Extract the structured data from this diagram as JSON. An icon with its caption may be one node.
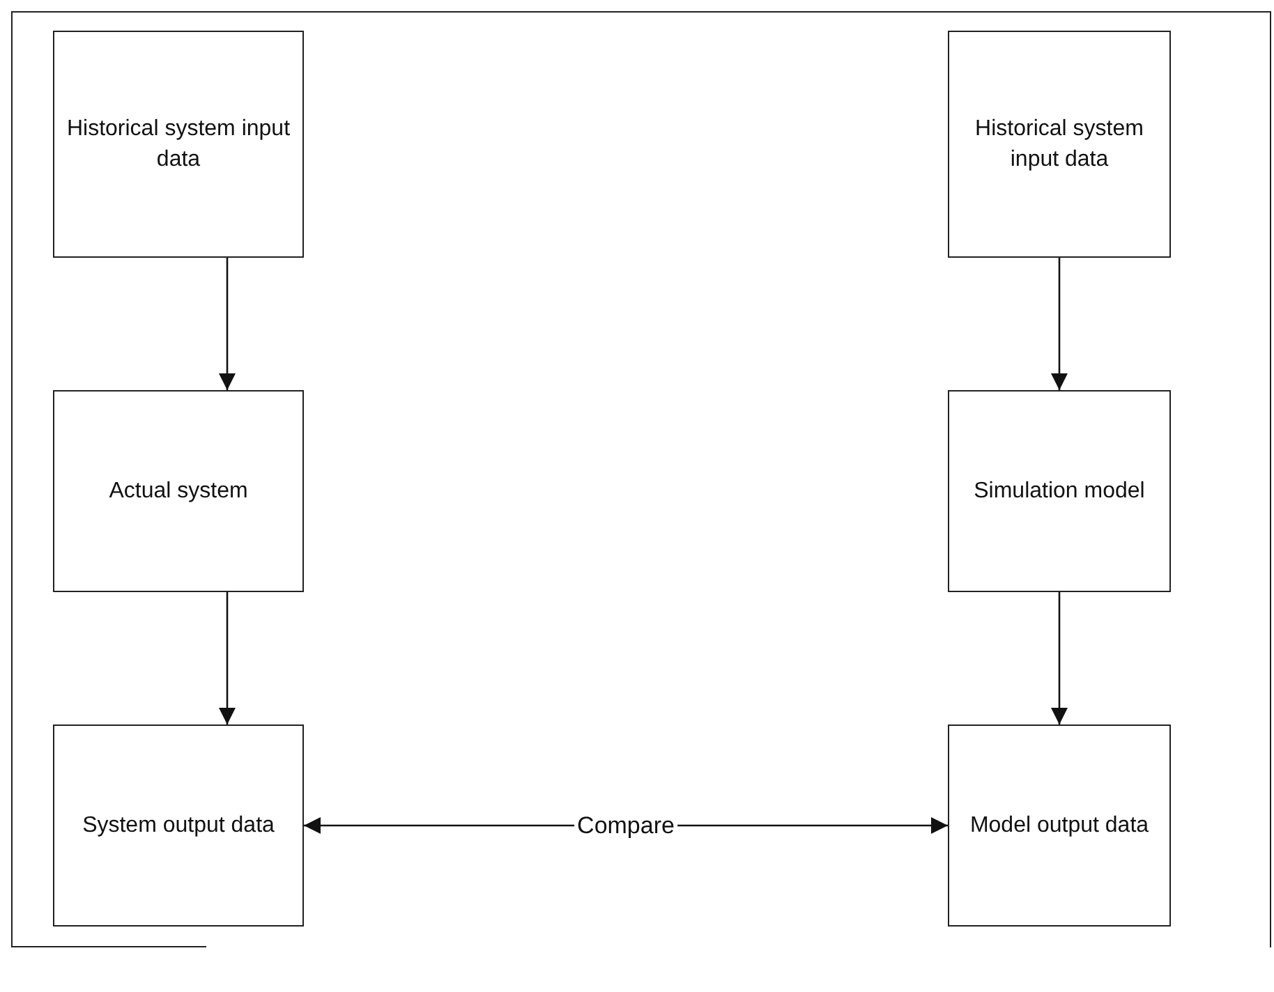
{
  "diagram": {
    "nodes": [
      {
        "text": [
          "Historical system input data"
        ]
      },
      {
        "text": [
          "Actual system"
        ]
      },
      {
        "text": [
          "System output data"
        ]
      },
      {
        "text": [
          "Historical system input data"
        ]
      },
      {
        "text": [
          "Simulation model"
        ]
      },
      {
        "text": [
          "Model output data"
        ]
      }
    ],
    "edges": [
      {
        "from": 0,
        "to": 1,
        "arrow": "to"
      },
      {
        "from": 1,
        "to": 2,
        "arrow": "to"
      },
      {
        "from": 3,
        "to": 4,
        "arrow": "to"
      },
      {
        "from": 4,
        "to": 5,
        "arrow": "to"
      },
      {
        "from": 2,
        "to": 5,
        "arrow": "both",
        "label": "Compare"
      }
    ]
  }
}
